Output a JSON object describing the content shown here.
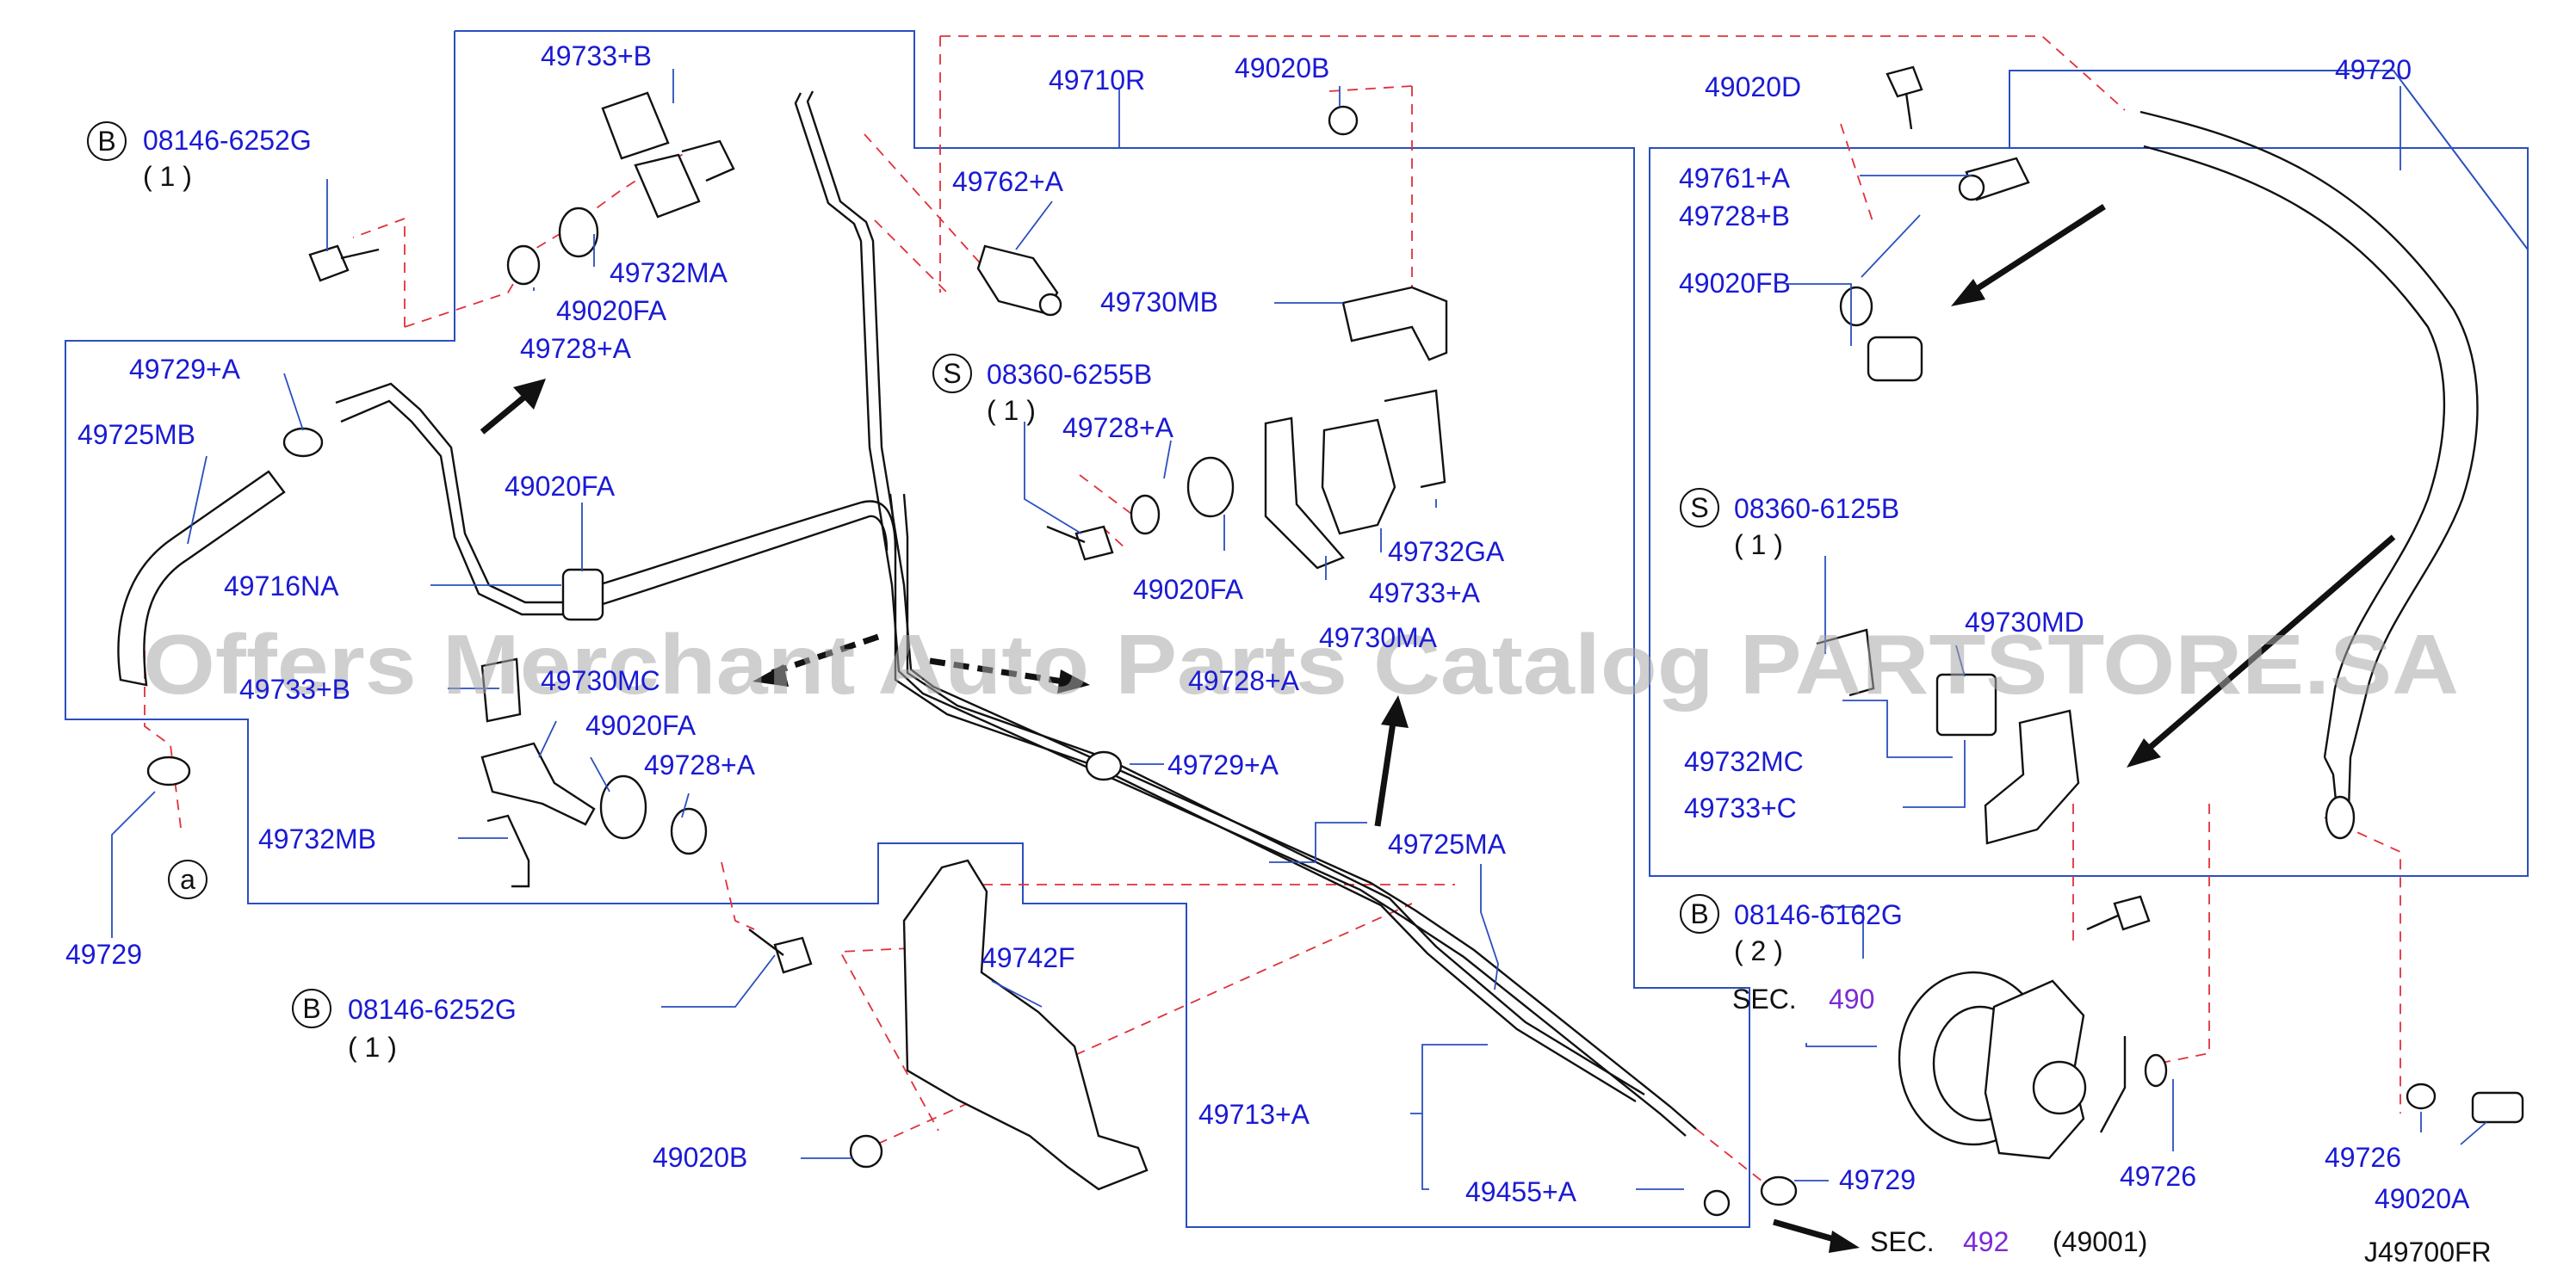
{
  "diagram_id": "J49700FR",
  "watermark": "Offers Merchant Auto Parts Catalog PARTSTORE.SA",
  "callouts": {
    "p49733B_top": "49733+B",
    "p49710R": "49710R",
    "p49020B_top": "49020B",
    "p49020D": "49020D",
    "p49720": "49720",
    "b1_code": "08146-6252G",
    "b1_qty": "( 1 )",
    "p49762A": "49762+A",
    "p49761A": "49761+A",
    "p49728B": "49728+B",
    "p49732MA": "49732MA",
    "p49020FA_1": "49020FA",
    "p49728A_1": "49728+A",
    "p49730MB": "49730MB",
    "p49020FB": "49020FB",
    "p49729A_1": "49729+A",
    "s1_code": "08360-6255B",
    "s1_qty": "( 1 )",
    "p49725MB": "49725MB",
    "p49728A_2": "49728+A",
    "p49020FA_2": "49020FA",
    "s2_code": "08360-6125B",
    "s2_qty": "( 1 )",
    "p49732GA": "49732GA",
    "p49716NA": "49716NA",
    "p49020FA_3": "49020FA",
    "p49733A": "49733+A",
    "p49730MA": "49730MA",
    "p49733B_left": "49733+B",
    "p49730MC": "49730MC",
    "p49728A_3": "49728+A",
    "p49730MD": "49730MD",
    "p49020FA_4": "49020FA",
    "p49728A_4": "49728+A",
    "p49729A_2": "49729+A",
    "p49732MC": "49732MC",
    "p49733C": "49733+C",
    "p49732MB": "49732MB",
    "p49725MA": "49725MA",
    "circle_a": "a",
    "p49729_left": "49729",
    "b2_code": "08146-6162G",
    "b2_qty": "( 2 )",
    "p49742F": "49742F",
    "sec490_label": "SEC.",
    "sec490_num": "490",
    "b3_code": "08146-6252G",
    "b3_qty": "( 1 )",
    "p49713A": "49713+A",
    "p49726_mid": "49726",
    "p49726_right": "49726",
    "p49020B_bottom": "49020B",
    "p49455A": "49455+A",
    "p49729_bottom": "49729",
    "p49020A": "49020A",
    "sec492_label": "SEC.",
    "sec492_num": "492",
    "sec492_ref": "(49001)"
  },
  "symbols": {
    "bolt_b": "B",
    "screw_s": "S"
  },
  "icons": [
    "bolt-icon",
    "nut-icon",
    "washer-icon",
    "clamp-icon",
    "bracket-icon",
    "grommet-icon",
    "pump-icon",
    "banjo-bolt-icon",
    "direction-arrow-icon"
  ],
  "colors": {
    "callout_text": "#1a1ad4",
    "leader_line": "#2a4fbf",
    "dashed_line": "#e0303a",
    "section_number": "#7a2bd6",
    "part_outline": "#111111"
  }
}
